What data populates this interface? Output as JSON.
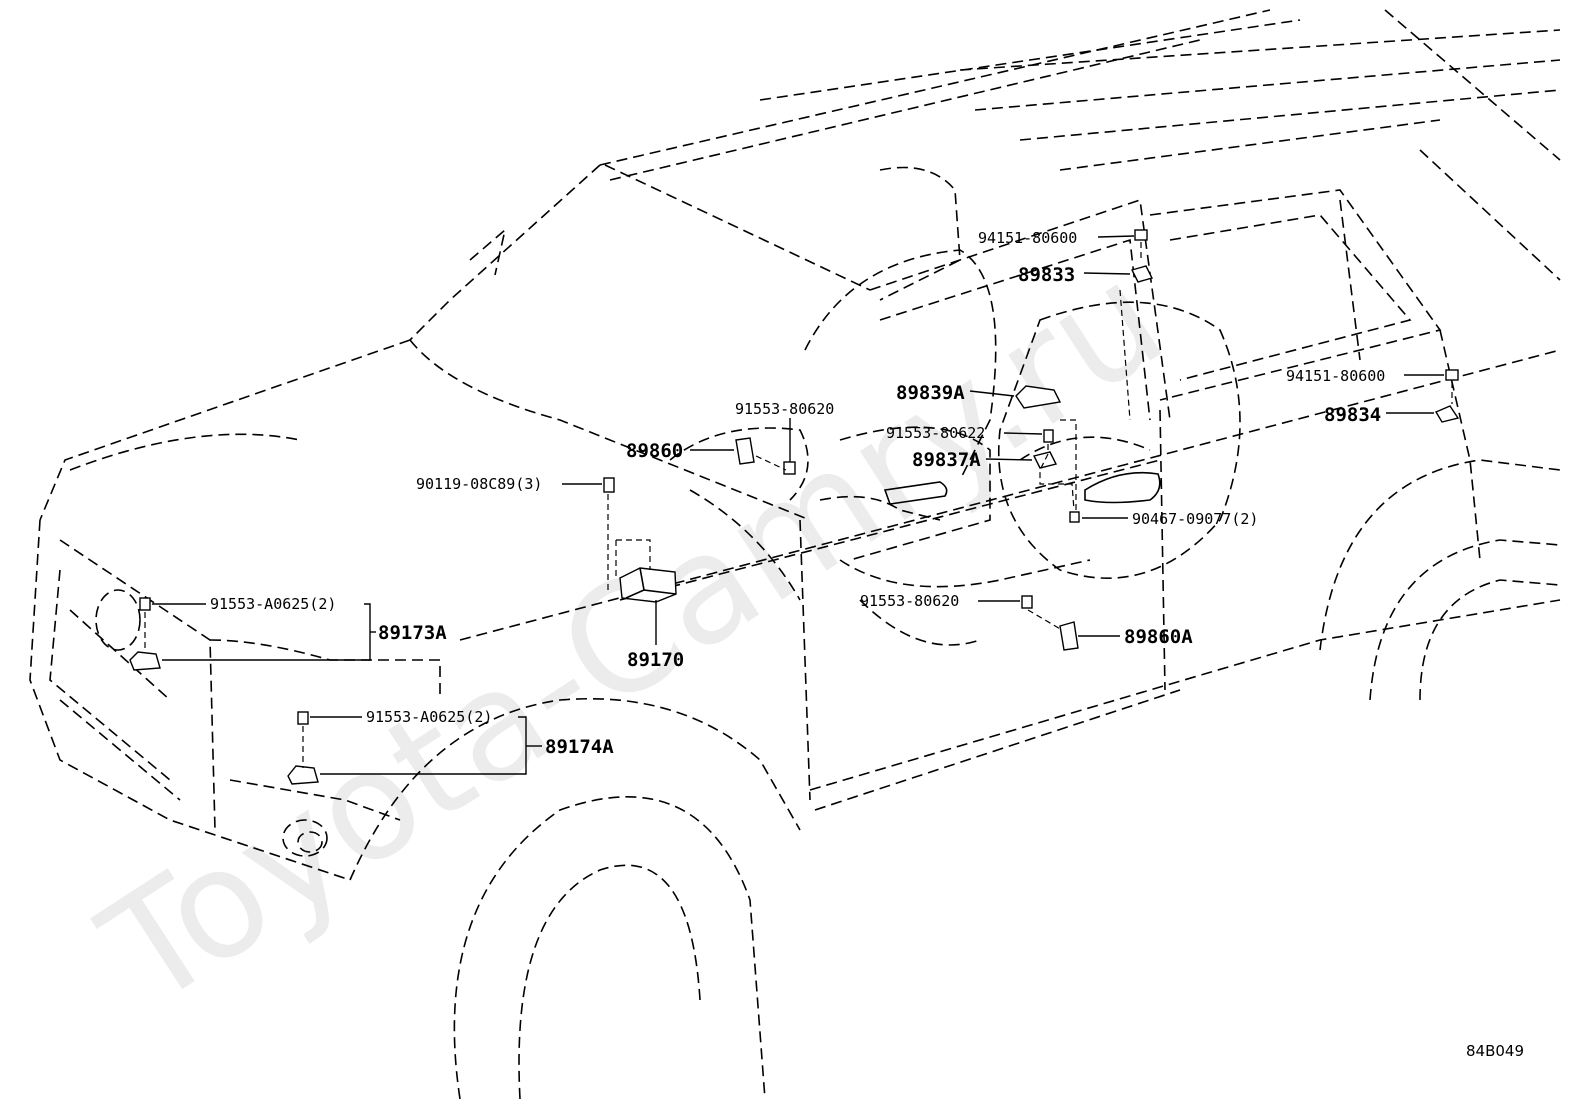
{
  "watermark": "Toyota-Camry.ru",
  "diagram_code": "84B049",
  "labels": {
    "p94151_top": "94151-80600",
    "p89833": "89833",
    "p94151_rear": "94151-80600",
    "p89834": "89834",
    "p89839a": "89839A",
    "p91553_80620_top": "91553-80620",
    "p89860": "89860",
    "p91553_80622": "91553-80622",
    "p89837a": "89837A",
    "p90119": "90119-08C89(3)",
    "p90467": "90467-09077(2)",
    "p91553_a0625_a": "91553-A0625(2)",
    "p89173a": "89173A",
    "p91553_80620_low": "91553-80620",
    "p89860a": "89860A",
    "p89170": "89170",
    "p91553_a0625_b": "91553-A0625(2)",
    "p89174a": "89174A"
  }
}
